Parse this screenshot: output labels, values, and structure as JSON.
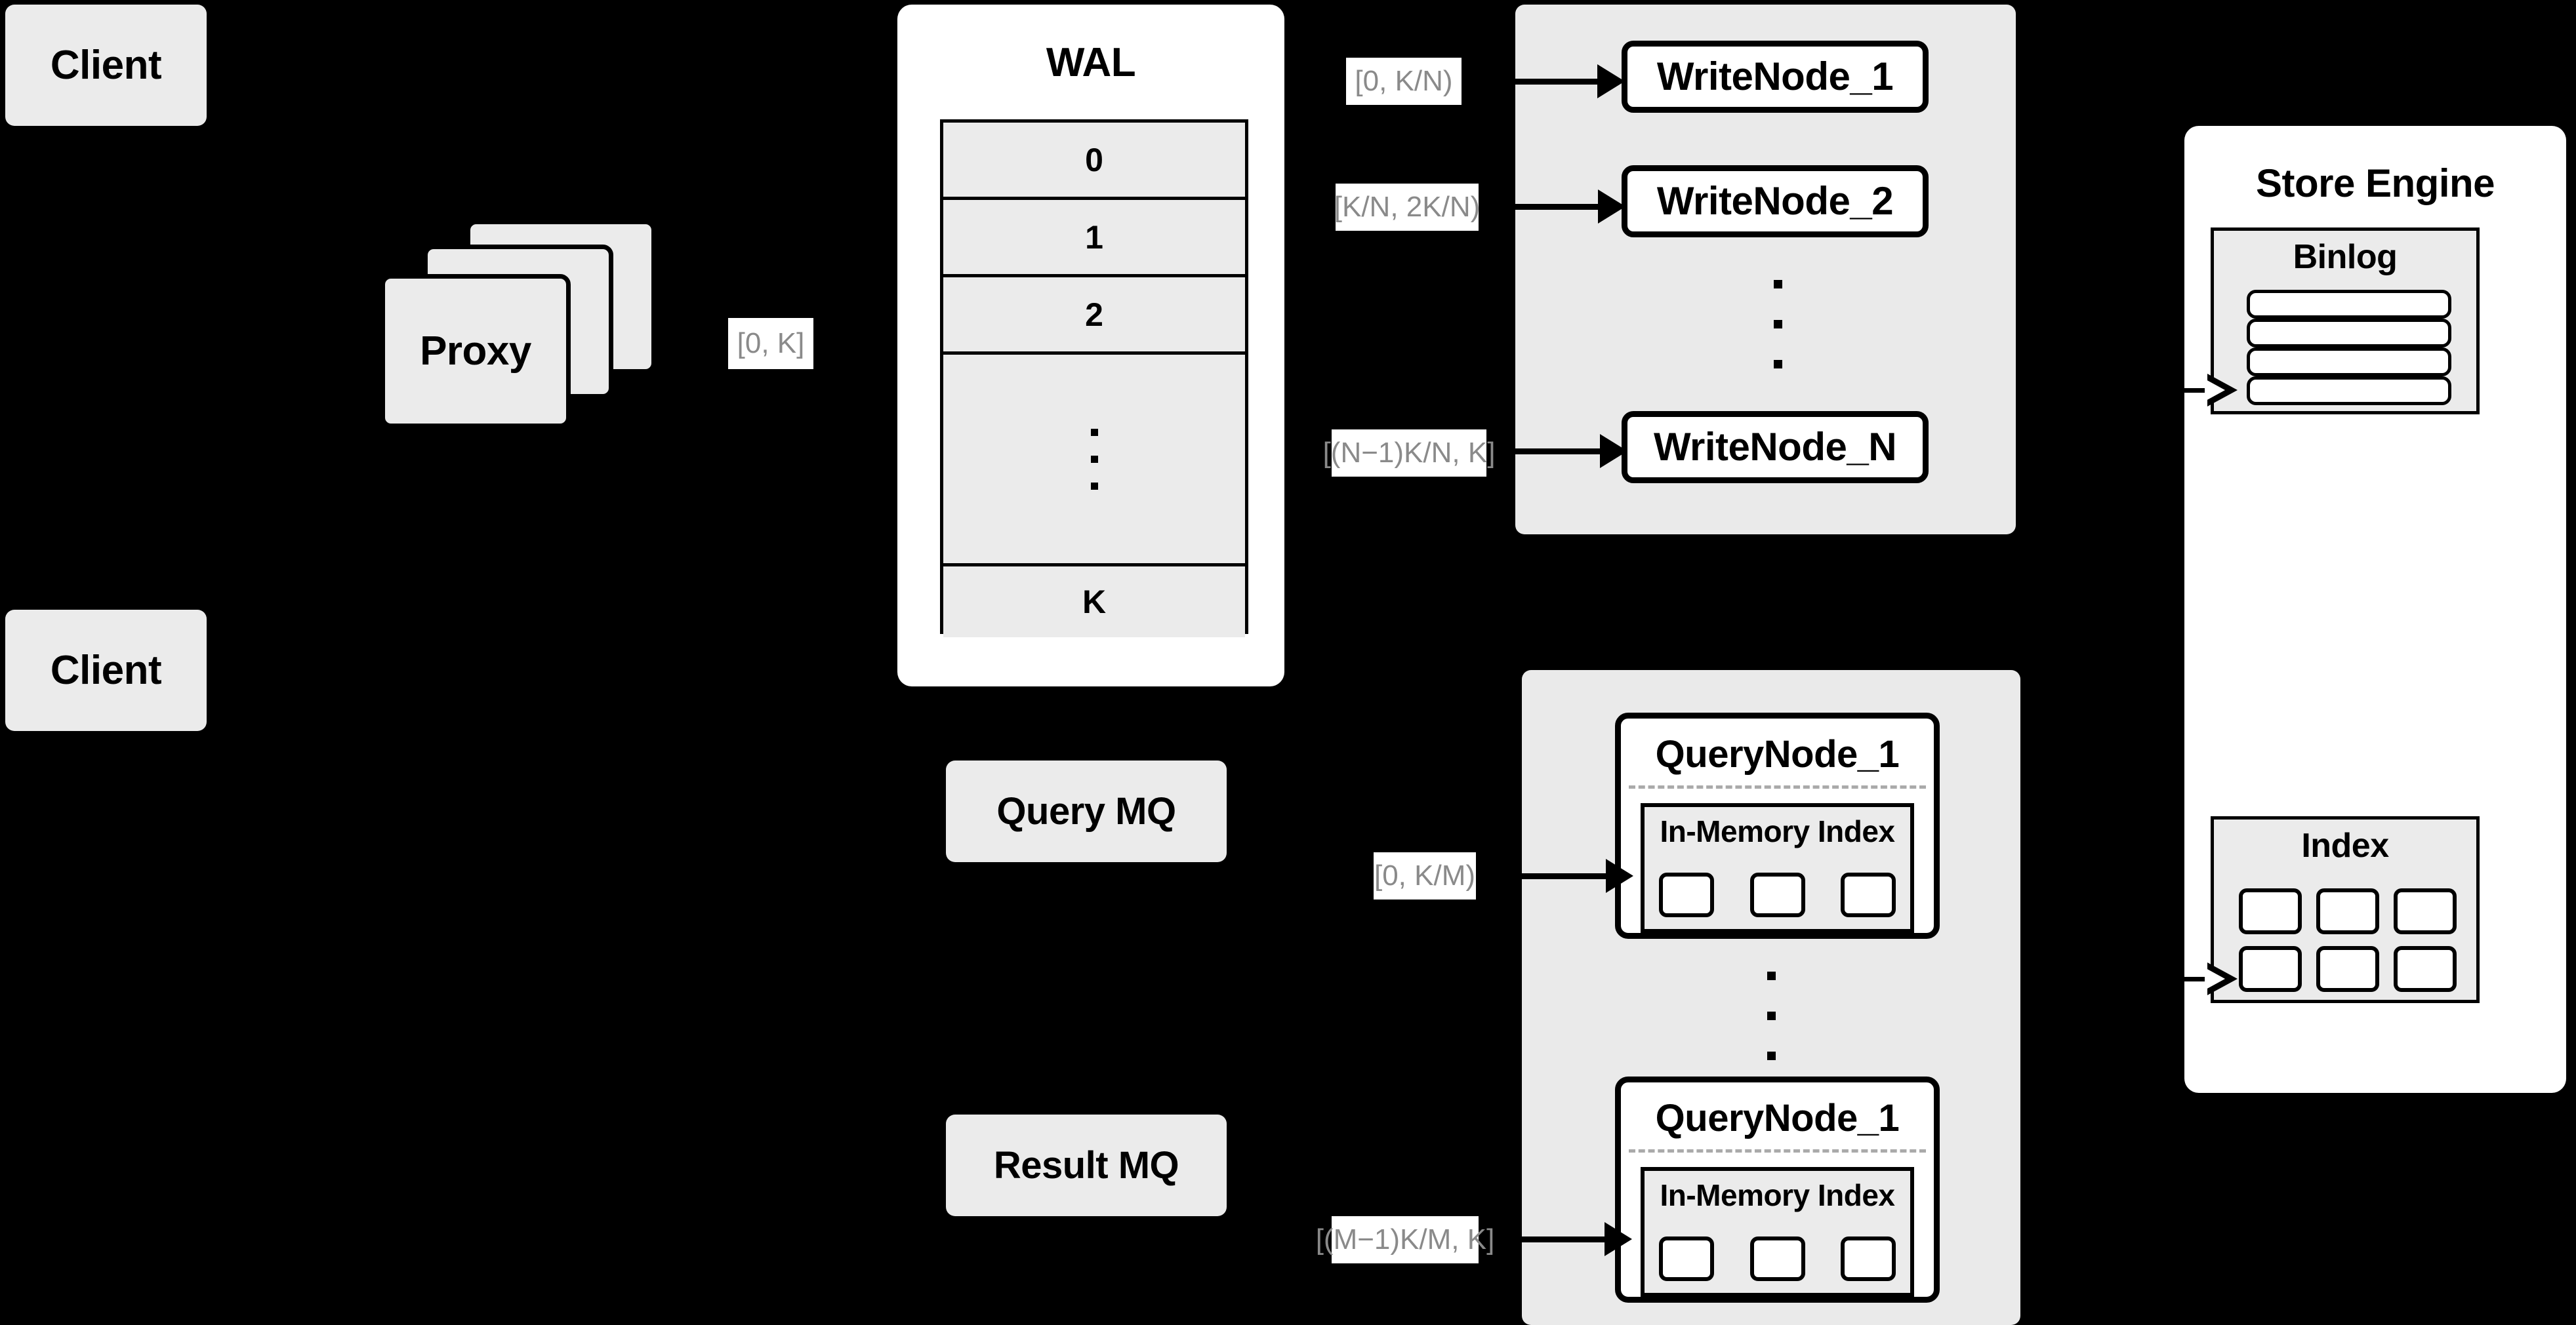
{
  "diagram": {
    "title": "Distributed Vector Database Architecture",
    "background_color": "#000000",
    "card_fill": "#EBEBEB",
    "panel_fill": "#FFFFFF",
    "label_text_color": "#8A8A8A",
    "stroke_color": "#000000"
  },
  "clients": [
    {
      "label": "Client"
    },
    {
      "label": "Client"
    }
  ],
  "proxy": {
    "label": "Proxy",
    "layers": 3
  },
  "edge_labels": {
    "proxy_to_wal": "[0, K]",
    "wal_to_writenode_1": "[0,  K/N)",
    "wal_to_writenode_2": "[K/N, 2K/N)",
    "wal_to_writenode_n": "[(N−1)K/N,  K]",
    "mq_to_querynode_1": "[0, K/M)",
    "mq_to_querynode_m": "[(M−1)K/M, K]"
  },
  "wal": {
    "title": "WAL",
    "rows": [
      "0",
      "1",
      "2"
    ],
    "ellipsis_dots": 3,
    "last_row": "K"
  },
  "message_queues": [
    {
      "label": "Query MQ"
    },
    {
      "label": "Result MQ"
    }
  ],
  "write_nodes": {
    "nodes": [
      {
        "label": "WriteNode_1"
      },
      {
        "label": "WriteNode_2"
      },
      {
        "label": "WriteNode_N"
      }
    ],
    "ellipsis_dots": 3
  },
  "query_nodes": {
    "nodes": [
      {
        "title": "QueryNode_1",
        "inner": {
          "title": "In-Memory Index",
          "cells": 3
        }
      },
      {
        "title": "QueryNode_1",
        "inner": {
          "title": "In-Memory Index",
          "cells": 3
        }
      }
    ],
    "ellipsis_dots": 3
  },
  "store_engine": {
    "title": "Store Engine",
    "sections": [
      {
        "title": "Binlog",
        "rows": 4
      },
      {
        "title": "Index",
        "cells": 6,
        "columns": 3
      }
    ]
  }
}
